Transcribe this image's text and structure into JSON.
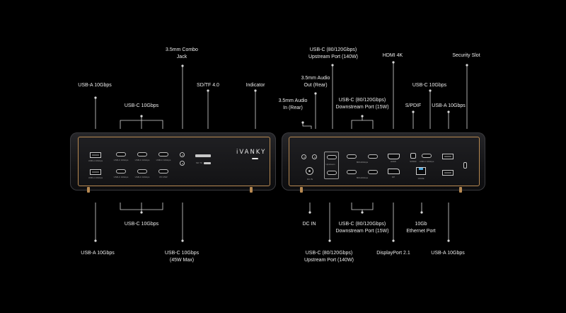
{
  "front_unit": {
    "brand": "iVANKY",
    "port_text": {
      "usba_top": "USB-A 10Gbps",
      "usba_bottom": "USB-A 10Gbps",
      "usbc_row1": [
        "USB-C 10Gbps",
        "USB-C 10Gbps",
        "USB-C 10Gbps"
      ],
      "usbc_row2": [
        "USB-C 10Gbps",
        "USB-C 10Gbps",
        "PD 45W"
      ],
      "sd": "SD",
      "tf": "TF"
    },
    "callouts": {
      "usba_top": "USB-A 10Gbps",
      "usbc_top": "USB-C 10Gbps",
      "combo_jack": [
        "3.5mm Combo",
        "Jack"
      ],
      "sd_tf": "SD/TF 4.0",
      "indicator": "Indicator",
      "usbc_bottom": "USB-C 10Gbps",
      "usba_bottom": "USB-A 10Gbps",
      "usbc_pd": [
        "USB-C 10Gbps",
        "(45W Max)"
      ]
    }
  },
  "rear_unit": {
    "port_text": {
      "dc": "DC IN",
      "upstream_block": "Upstream",
      "downstream": [
        "80/120Gbps",
        "80/120Gbps"
      ],
      "hdmi": "HDMI",
      "dp": "DP",
      "spdif": "S/PDIF",
      "usbc_rear": "USB-C 10Gbps",
      "eth": "10GbE"
    },
    "callouts": {
      "audio_in": [
        "3.5mm Audio",
        "In (Rear)"
      ],
      "audio_out": [
        "3.5mm Audio",
        "Out (Rear)"
      ],
      "upstream_top": [
        "USB-C (80/120Gbps)",
        "Upstream Port (140W)"
      ],
      "downstream_top": [
        "USB-C (80/120Gbps)",
        "Downstream Port (15W)"
      ],
      "hdmi": "HDMI 4K",
      "spdif": "S/PDIF",
      "usbc_rear": "USB-C 10Gbps",
      "usba_rear_top": "USB-A 10Gbps",
      "security": "Security Slot",
      "dc_in": "DC IN",
      "upstream_bottom": [
        "USB-C (80/120Gbps)",
        "Upstream Port (140W)"
      ],
      "downstream_bottom": [
        "USB-C (80/120Gbps)",
        "Downstream Port (15W)"
      ],
      "displayport": "DisplayPort 2.1",
      "ethernet": [
        "10Gb",
        "Ethernet Port"
      ],
      "usba_rear_bottom": "USB-A 10Gbps"
    }
  },
  "colors": {
    "background": "#000000",
    "accent_trim": "#b88a52",
    "line": "#d8d8d8"
  }
}
